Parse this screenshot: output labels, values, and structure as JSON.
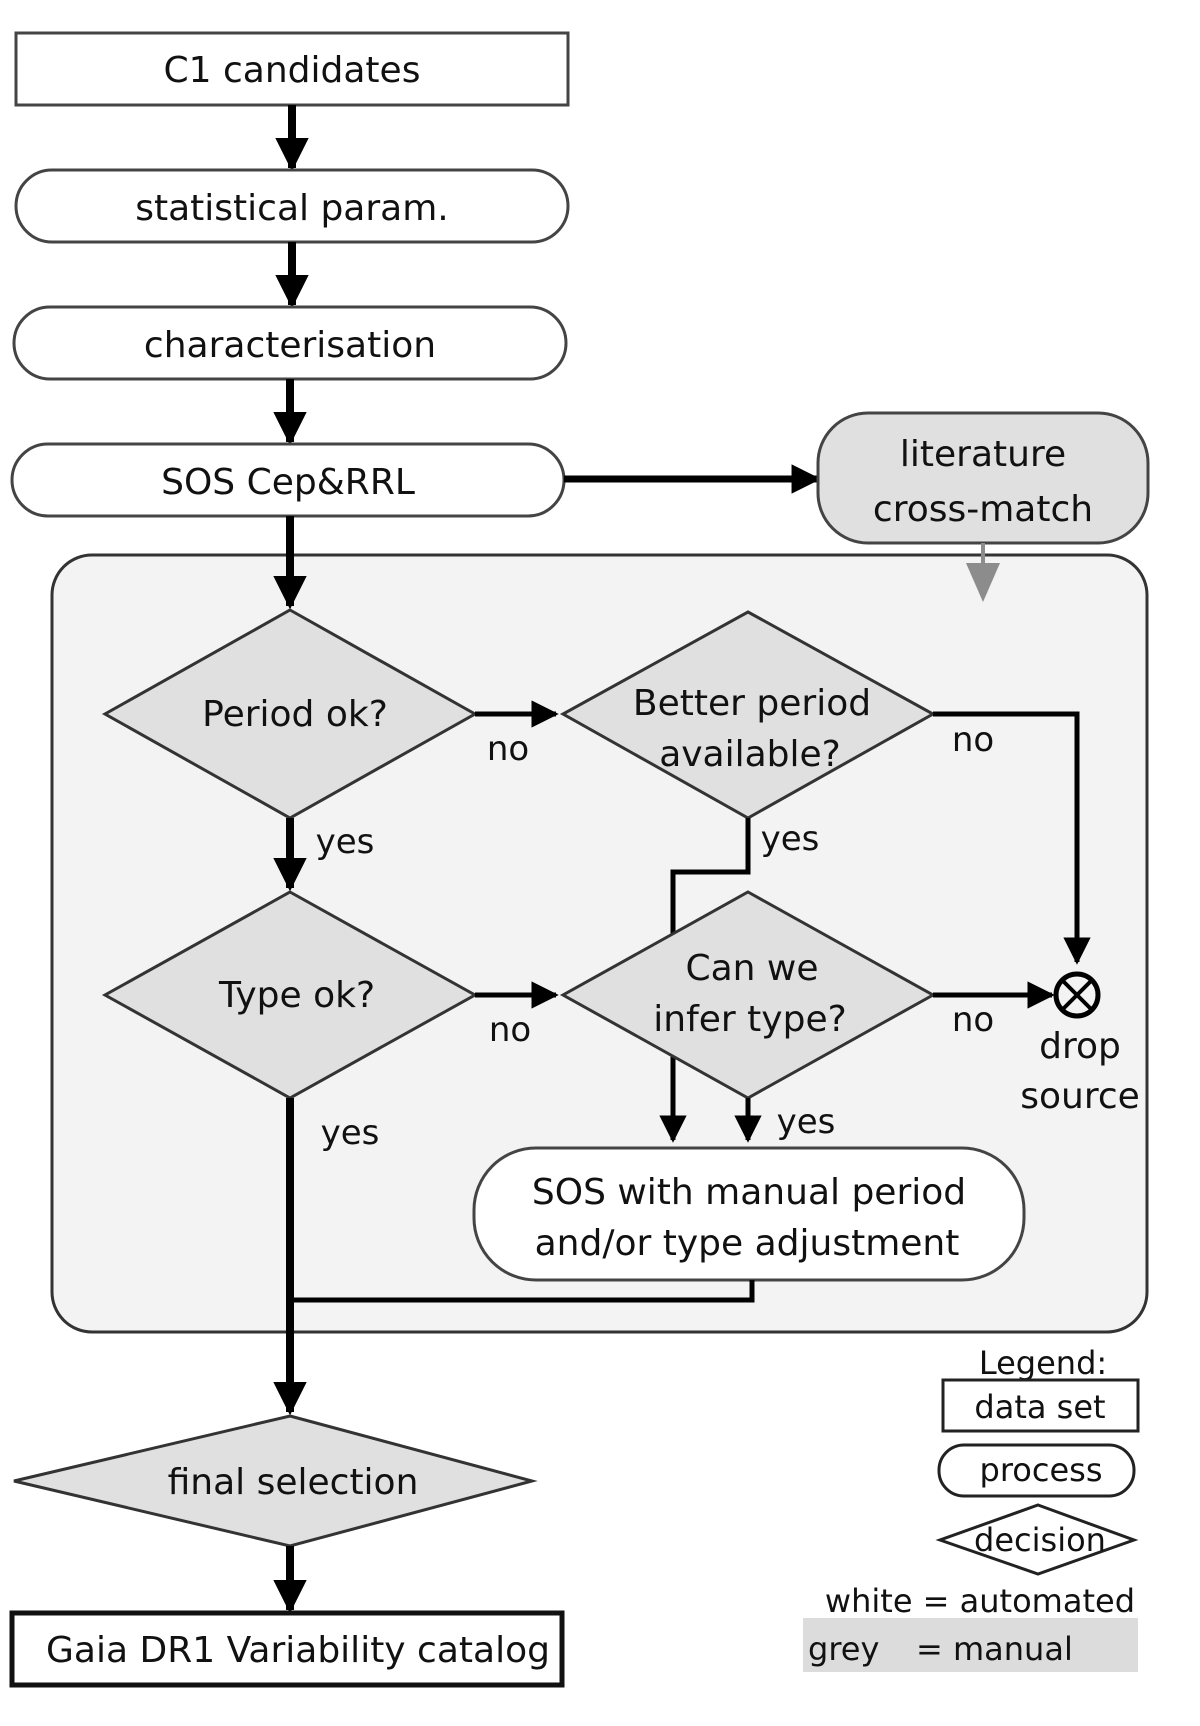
{
  "title": "Gaia DR1 Cepheid & RR Lyrae selection flowchart",
  "nodes": {
    "c1_candidates": "C1 candidates",
    "statistical_param": "statistical param.",
    "characterisation": "characterisation",
    "sos_cep_rrl": "SOS Cep&RRL",
    "literature_line1": "literature",
    "literature_line2": "cross-match",
    "period_ok": "Period ok?",
    "better_period_line1": "Better period",
    "better_period_line2": "available?",
    "type_ok": "Type ok?",
    "infer_type_line1": "Can we",
    "infer_type_line2": "infer type?",
    "drop_line1": "drop",
    "drop_line2": "source",
    "sos_manual_line1": "SOS with manual period",
    "sos_manual_line2": "and/or type adjustment",
    "final_selection": "final selection",
    "gaia_catalog": "Gaia DR1 Variability catalog"
  },
  "edge_labels": {
    "period_no": "no",
    "period_yes": "yes",
    "better_no": "no",
    "better_yes": "yes",
    "type_no": "no",
    "type_yes": "yes",
    "infer_no": "no",
    "infer_yes": "yes"
  },
  "legend": {
    "title": "Legend:",
    "data_set": "data set",
    "process": "process",
    "decision": "decision",
    "white": "white = automated",
    "grey_word": "grey",
    "grey_eq": "= manual"
  },
  "colors": {
    "manual_fill": "#e0e0e0",
    "manual_region": "#f3f3f3",
    "automated_fill": "#ffffff",
    "line": "#000000",
    "grey_arrow": "#8c8c8c"
  }
}
